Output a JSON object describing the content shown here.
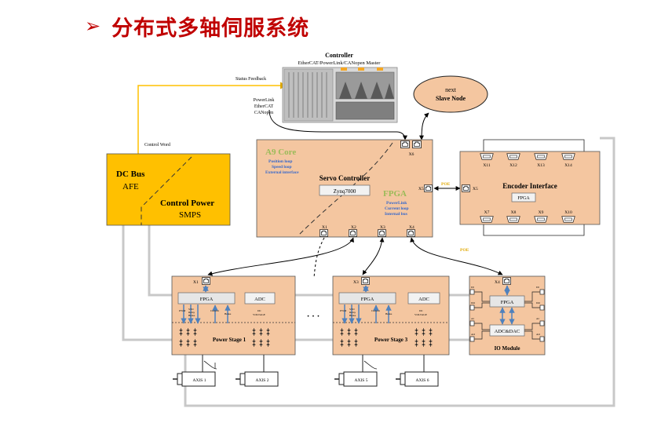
{
  "slide_title": "分布式多轴伺服系统",
  "title_arrow": "➢",
  "controller": {
    "title": "Controller",
    "protocols": "EtherCAT/PowerLink/CANopen Master",
    "fieldbus_lines": [
      "PowerLink",
      "EtherCAT",
      "CANopen"
    ]
  },
  "signals": {
    "status_feedback": "Status Feedback",
    "control_word": "Control Word",
    "poe_left": "POE",
    "poe_right": "POE"
  },
  "slave_node": {
    "line1": "next",
    "line2": "Slave Node"
  },
  "power_block": {
    "dc_bus": "DC Bus",
    "afe": "AFE",
    "control_power": "Control Power",
    "smps": "SMPS"
  },
  "servo": {
    "a9_title": "A9 Core",
    "a9_items": [
      "Position loop",
      "Speed loop",
      "External interface"
    ],
    "label": "Servo Controller",
    "chip": "Zynq7000",
    "fpga_title": "FPGA",
    "fpga_items": [
      "PowerLink",
      "Current loop",
      "Internal bus"
    ],
    "ports": {
      "x1": "X1",
      "x2": "X2",
      "x3": "X3",
      "x4": "X4",
      "x5": "X5",
      "x6": "X6"
    }
  },
  "encoder": {
    "title": "Encoder Interface",
    "chip": "FPGA",
    "port_in": "X5",
    "top_ports": [
      "X11",
      "X12",
      "X13",
      "X14"
    ],
    "bottom_ports": [
      "X7",
      "X8",
      "X9",
      "X10"
    ]
  },
  "stage1": {
    "port": "X1",
    "fpga": "FPGA",
    "adc": "ADC",
    "sig_labels": [
      "PWM",
      "STO",
      "Relay",
      "Brake",
      "Current",
      "Brake",
      "DC",
      "VOLTAGE"
    ],
    "label": "Power Stage 1"
  },
  "stage3": {
    "port": "X3",
    "fpga": "FPGA",
    "adc": "ADC",
    "sig_labels": [
      "PWM",
      "STO",
      "Relay",
      "Brake",
      "Current",
      "Brake",
      "DC",
      "VOLTAGE"
    ],
    "label": "Power Stage 3"
  },
  "ellipsis": "· · ·",
  "io_module": {
    "port": "X4",
    "fpga": "FPGA",
    "adc_dac": "ADC&DAC",
    "label": "IO Module",
    "left_labels": [
      "DI",
      "DO",
      "AI",
      "AO"
    ],
    "right_labels": [
      "DI",
      "DO",
      "AI",
      "AO"
    ]
  },
  "axes": [
    "AXIS 1",
    "AXIS 2",
    "AXIS 5",
    "AXIS 6"
  ],
  "colors": {
    "title": "#c00000",
    "board": "#f4c6a0",
    "board_stroke": "#555555",
    "power": "#ffc000",
    "status_line": "#ffc000",
    "bus_line": "#c8c8c8",
    "fpga_blue": "#3366cc",
    "fpga_green": "#9bbb59",
    "a9_green": "#9bbb59",
    "signal_arrow": "#4f81bd"
  }
}
